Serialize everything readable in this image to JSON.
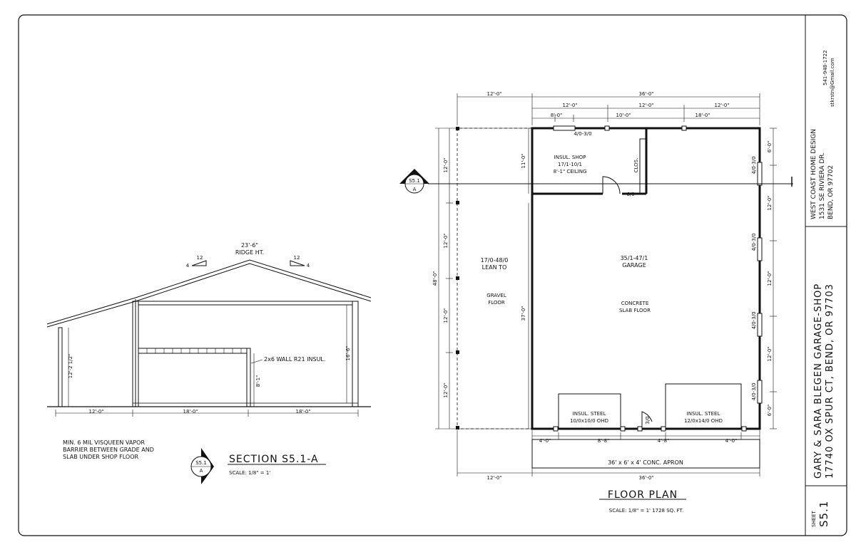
{
  "section": {
    "ridge_height": "23'-6\"",
    "ridge_label": "RIDGE HT.",
    "slope_left": {
      "rise": "4",
      "run": "12"
    },
    "slope_right": {
      "rise": "4",
      "run": "12"
    },
    "wall_note": "2x6 WALL R21 INSUL.",
    "loft_height": "8'-1\"",
    "eave_height": "16'-6\"",
    "lean_height": "12'-2 1/2\"",
    "dim_lean": "12'-0\"",
    "dim_shop": "18'-0\"",
    "dim_garage": "18'-0\"",
    "note_lines": [
      "MIN. 6 MIL VISQUEEN VAPOR",
      "BARRIER BETWEEN GRADE AND",
      "SLAB UNDER SHOP FLOOR"
    ],
    "marker_sheet": "S5.1",
    "marker_letter": "A",
    "title": "SECTION S5.1-A",
    "scale": "SCALE: 1/8\" = 1'"
  },
  "plan": {
    "dim_top_lean": "12'-0\"",
    "dim_top_total": "36'-0\"",
    "dim_top_12a": "12'-0\"",
    "dim_top_12b": "12'-0\"",
    "dim_top_12c": "12'-0\"",
    "dim_top_8": "8'-0\"",
    "dim_top_10": "10'-0\"",
    "dim_top_18": "18'-0\"",
    "door_top": "4/0-3/0",
    "shop_label": [
      "INSUL. SHOP",
      "17/1-10/1",
      "8'-1\" CEILING"
    ],
    "closet": "CLOS.",
    "door_shop": "6/0",
    "dim_shop_depth": "11'-0\"",
    "lean_label": [
      "17/0-48/0",
      "LEAN TO"
    ],
    "lean_floor": [
      "GRAVEL",
      "FLOOR"
    ],
    "garage_label": [
      "35/1-47/1",
      "GARAGE"
    ],
    "garage_floor": [
      "CONCRETE",
      "SLAB FLOOR"
    ],
    "dim_inside_depth": "37'-0\"",
    "dim_left_total": "48'-0\"",
    "dim_left_segs": [
      "12'-0\"",
      "12'-0\"",
      "12'-0\"",
      "12'-0\""
    ],
    "dim_right_segs": [
      "6'-0\"",
      "12'-0\"",
      "12'-0\"",
      "12'-0\"",
      "6'-0\""
    ],
    "window_labels": [
      "4/0-3/0",
      "4/0-3/0",
      "4/0-3/0",
      "4/0-3/0"
    ],
    "ohd_left": [
      "INSUL. STEEL",
      "10/0x10/0 OHD"
    ],
    "ohd_right": [
      "INSUL. STEEL",
      "12/0x14/0 OHD"
    ],
    "door_front": "3/0",
    "dim_bottom_segs": [
      "4'-0\"",
      "8'-8\"",
      "4'-8\"",
      "4'-0\""
    ],
    "apron": "36' x 6' x 4' CONC. APRON",
    "dim_bottom_lean": "12'-0\"",
    "dim_bottom_total": "36'-0\"",
    "title": "FLOOR PLAN",
    "scale": "SCALE: 1/8\" = 1'  1728 SQ. FT."
  },
  "title_block": {
    "company": [
      "WEST COAST HOME DESIGN",
      "1531 SE RIVIERA DR.",
      "BEND, OR 97702"
    ],
    "phone": "541-948-1722",
    "email": "stkrstn@Gmail.com",
    "project": [
      "GARY & SARA BLEGEN GARAGE-SHOP",
      "17740 OX SPUR CT, BEND, OR 97703"
    ],
    "sheet_label": "SHEET",
    "sheet_number": "S5.1"
  }
}
